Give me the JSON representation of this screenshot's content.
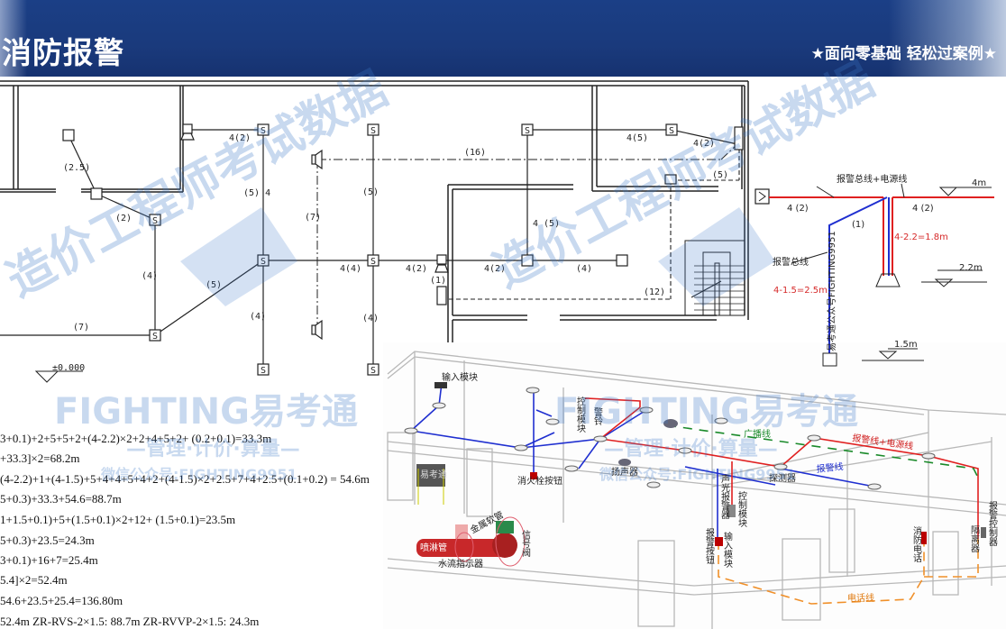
{
  "header": {
    "title": "消防报警",
    "slogan": "★面向零基础 轻松过案例★"
  },
  "floor_plan": {
    "labels": {
      "l_2_5": "(2.5)",
      "l_2": "(2)",
      "l_4a": "(4)",
      "l_5a": "(5)",
      "l_7a": "(7)",
      "l_42a": "4(2)",
      "l_54": "(5) 4",
      "l_4b": "(4)",
      "l_7b": "(7)",
      "l_5b": "(5)",
      "l_44": "4(4)",
      "l_4c": "(4)",
      "elev": "±0.000",
      "l_16": "(16)",
      "l_42b": "4(2)",
      "l_1": "(1)",
      "l_42c": "4(2)",
      "l_4d": "(4)",
      "l_45a": "4(5)",
      "l_42d": "4(2)",
      "l_5c": "(5)",
      "l_45b": "4 (5)",
      "l_12": "(12)"
    },
    "device_letter": "S"
  },
  "detail": {
    "bus_power": "报警总线+电源线",
    "h4m": "4m",
    "left_run": "4 (2)",
    "right_run": "4 (2)",
    "one": "(1)",
    "calc_red1": "4-2.2=1.8m",
    "alarm_bus": "报警总线",
    "h22": "2.2m",
    "calc_red2": "4-1.5=2.5m",
    "h15": "1.5m",
    "vertical_note": "易考通公众号FIGHTING9951"
  },
  "formulas": [
    "3+0.1)+2+5+5+2+(4-2.2)×2+2+4+5+2+ (0.2+0.1)=33.3m",
    "+33.3]×2=68.2m",
    "(4-2.2)+1+(4-1.5)+5+4+4+5+4+2+(4-1.5)×2+2.5+7+4+2.5+(0.1+0.2) = 54.6m",
    "5+0.3)+33.3+54.6=88.7m",
    "1+1.5+0.1)+5+(1.5+0.1)×2+12+ (1.5+0.1)=23.5m",
    "5+0.3)+23.5=24.3m",
    "3+0.1)+16+7=25.4m",
    "5.4]×2=52.4m",
    "54.6+23.5+25.4=136.80m",
    "52.4m   ZR-RVS-2×1.5:  88.7m   ZR-RVVP-2×1.5:  24.3m"
  ],
  "illustration": {
    "input_module_1": "输入模块",
    "control_module_1": "控制模块",
    "bell": "警铃",
    "hydrant_button": "消火栓按钮",
    "speaker": "扬声器",
    "board": "易考通",
    "metal_hose": "金属软管",
    "signal_valve": "信号阀",
    "sprinkler_pipe": "喷淋管",
    "flow_indicator": "水流指示器",
    "broadcast_line": "广播线",
    "alarm_power_line": "报警线+电源线",
    "alarm_line": "报警线",
    "detector": "探测器",
    "strobe": "声光报警器",
    "control_module_2": "控制模块",
    "alarm_button": "报警按钮",
    "input_module_2": "输入模块",
    "fire_phone": "消防电话",
    "isolator": "隔离器",
    "controller": "报警控制器",
    "phone_line": "电话线"
  },
  "watermark": {
    "big": "造价工程师考试数据",
    "brand": "FIGHTING易考通",
    "tagline": "—管理·计价·算量—",
    "wechat": "微信公众号:FIGHTING9951"
  },
  "colors": {
    "header_bg": "#1a3a7c",
    "alarm_power": "#e02020",
    "alarm_bus": "#1f2fd0",
    "broadcast": "#1a8a2a",
    "phone": "#f0902a",
    "watermark": "#3c78c8"
  }
}
